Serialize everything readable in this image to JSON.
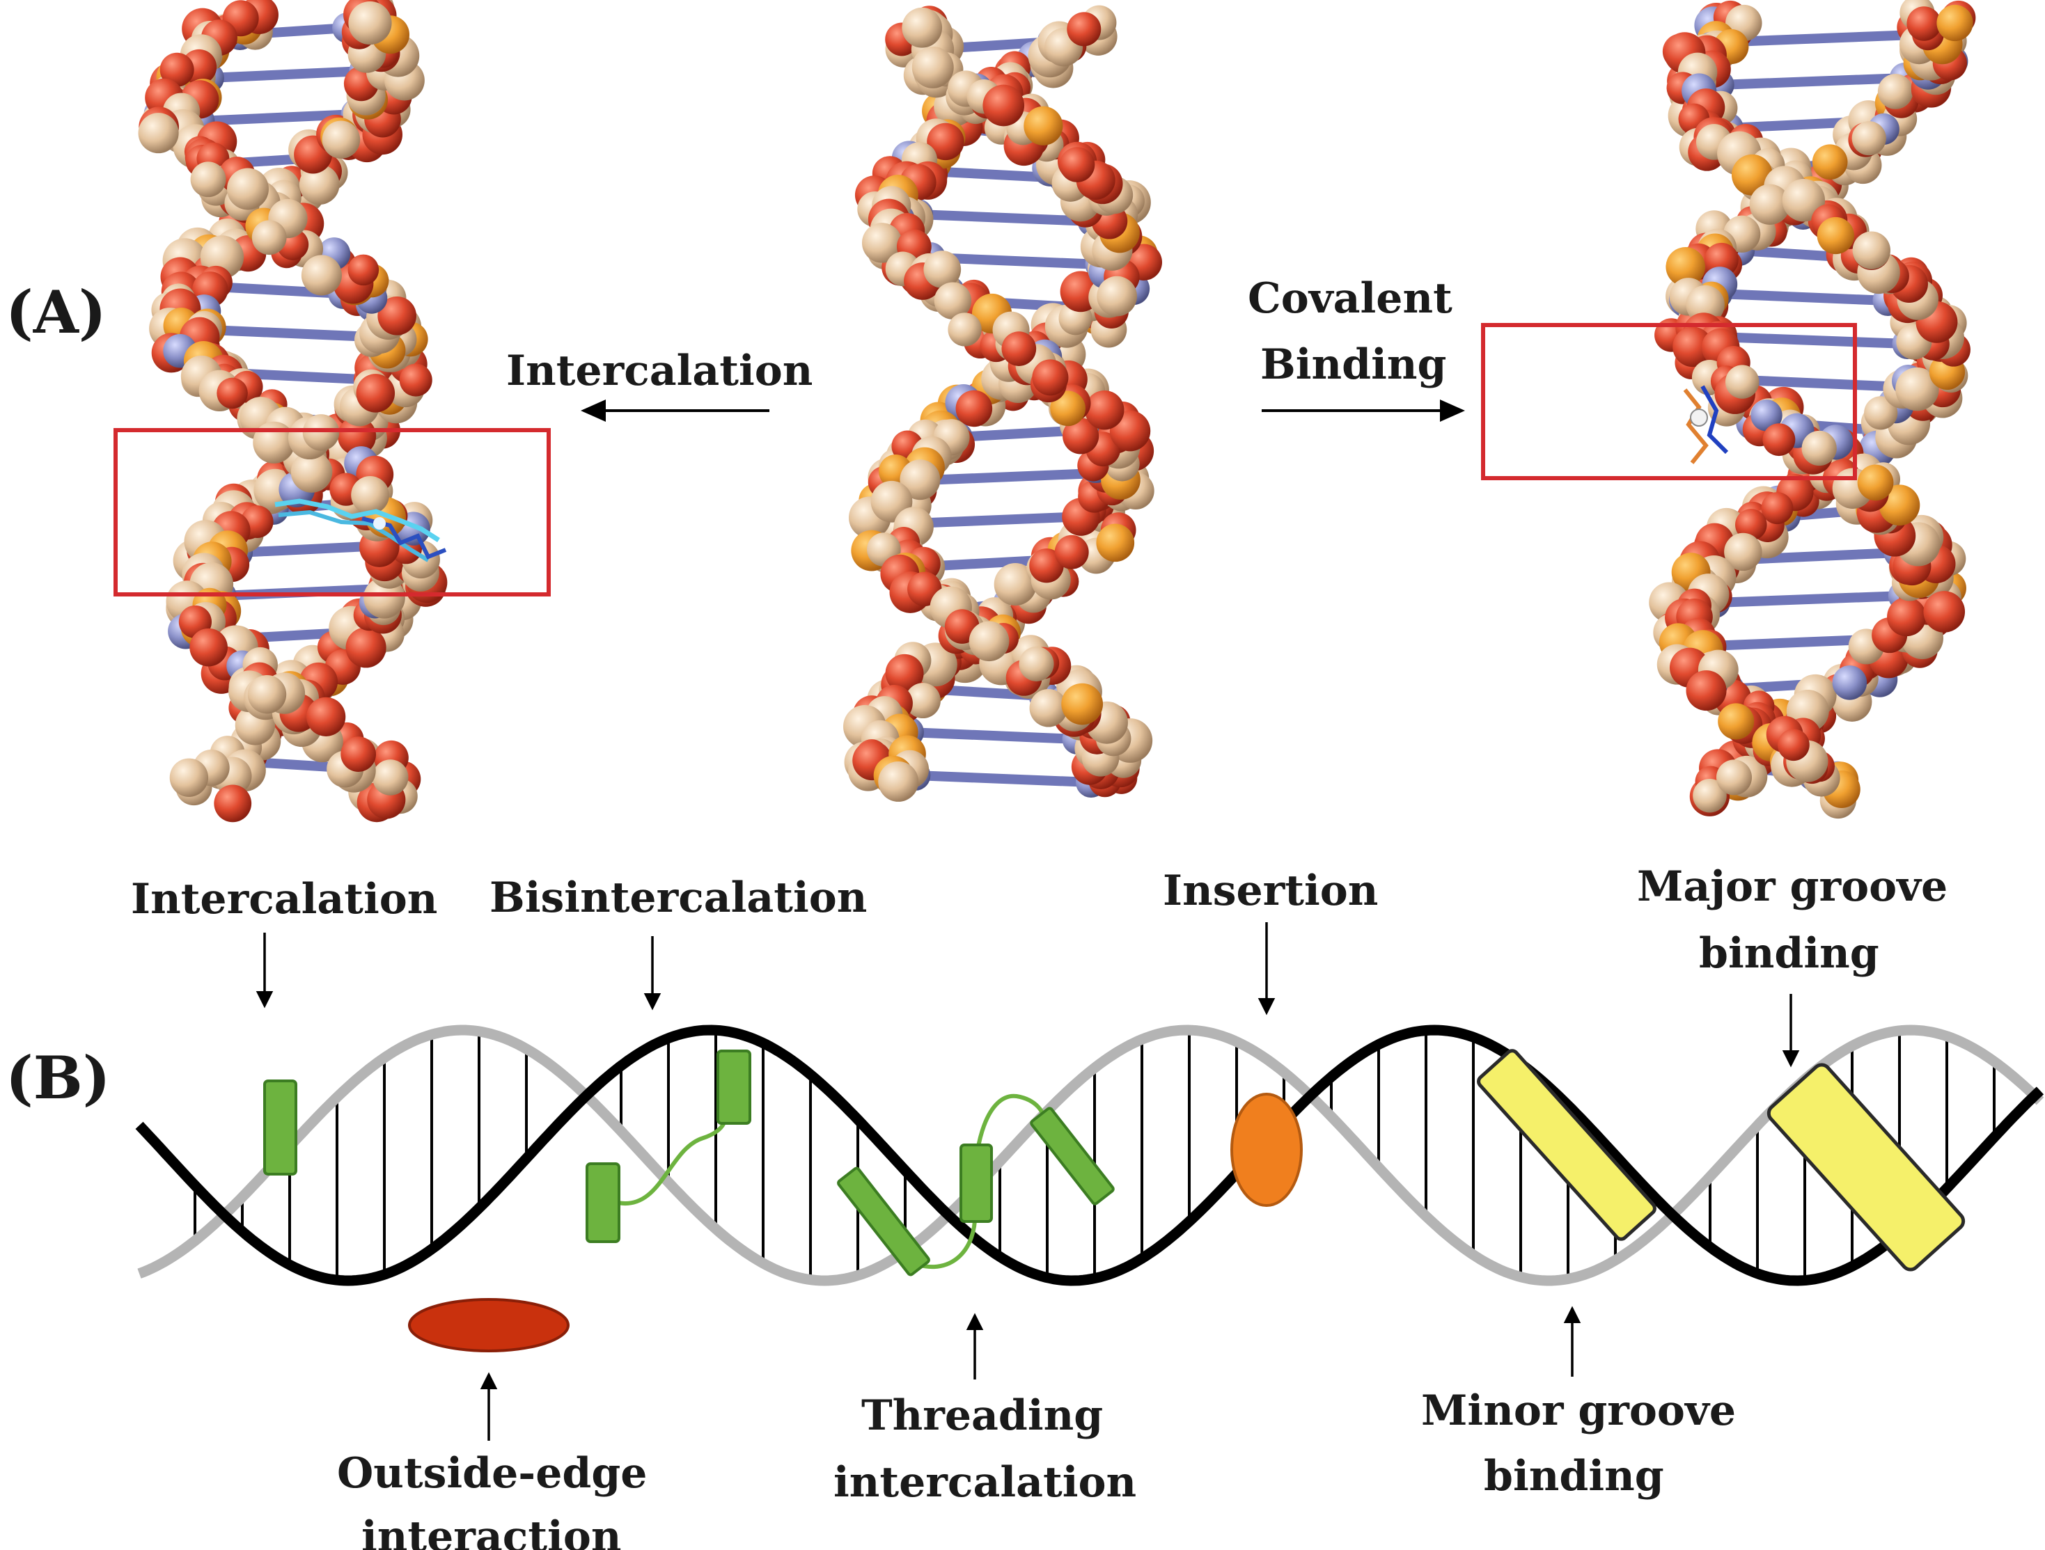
{
  "panel_a": {
    "label": "(A)",
    "left_arrow_label": "Intercalation",
    "right_arrow_label_line1": "Covalent",
    "right_arrow_label_line2": "Binding"
  },
  "panel_b": {
    "label": "(B)",
    "top_labels": {
      "intercalation": "Intercalation",
      "bisintercalation": "Bisintercalation",
      "insertion": "Insertion",
      "major_groove_line1": "Major groove",
      "major_groove_line2": "binding"
    },
    "bottom_labels": {
      "outside_edge_line1": "Outside-edge",
      "outside_edge_line2": "interaction",
      "threading_line1": "Threading",
      "threading_line2": "intercalation",
      "minor_groove_line1": "Minor groove",
      "minor_groove_line2": "binding"
    }
  },
  "colors": {
    "atom_oxygen": "#d9432c",
    "atom_carbon": "#e8c9a4",
    "atom_phosphorus": "#f0a030",
    "atom_nitrogen": "#8a90c8",
    "base_plate": "#7c82c0",
    "highlight_box": "#d42a2e",
    "strand_dark": "#000000",
    "strand_light": "#b4b4b4",
    "ligand_green": "#6db33f",
    "ligand_orange": "#f07f1e",
    "ligand_red": "#c9310d",
    "ligand_yellow": "#f5f06a"
  }
}
